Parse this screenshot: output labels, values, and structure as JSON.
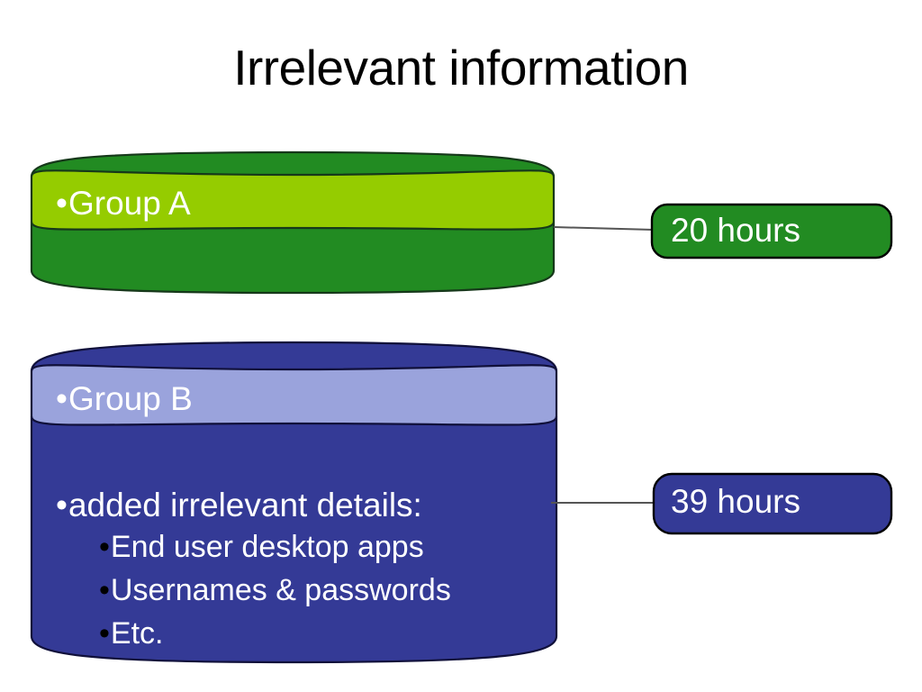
{
  "slide": {
    "title": "Irrelevant information",
    "background_color": "#ffffff",
    "title_color": "#000000"
  },
  "groups": [
    {
      "id": "group-a",
      "name": "Group A",
      "band_label": "•Group A",
      "bullet": "•",
      "label": "Group A",
      "body_color": "#228b22",
      "band_color": "#95cc00",
      "top_color": "#2d8a2d",
      "outline_color": "#0d2b0d",
      "details": [],
      "callout": {
        "value": "20 hours",
        "fill_color": "#228b22",
        "text_color": "#ffffff",
        "border_color": "#000000"
      }
    },
    {
      "id": "group-b",
      "name": "Group B",
      "band_label": "•Group B",
      "bullet": "•",
      "label": "Group B",
      "body_color": "#343a96",
      "band_color": "#9aa3dc",
      "top_color": "#383f9c",
      "outline_color": "#0d0d2b",
      "details_heading_bullet": "•",
      "details_heading": "added irrelevant details:",
      "details": [
        {
          "bullet": "•",
          "text": "End user desktop apps"
        },
        {
          "bullet": "•",
          "text": "Usernames & passwords"
        },
        {
          "bullet": "•",
          "text": "Etc."
        }
      ],
      "callout": {
        "value": "39 hours",
        "fill_color": "#343a96",
        "text_color": "#ffffff",
        "border_color": "#000000"
      }
    }
  ],
  "connectors": [
    {
      "id": "connector-a",
      "from": "group-a-cylinder",
      "to": "hours-a-box",
      "color": "#555555"
    },
    {
      "id": "connector-b",
      "from": "group-b-cylinder",
      "to": "hours-b-box",
      "color": "#555555"
    }
  ]
}
